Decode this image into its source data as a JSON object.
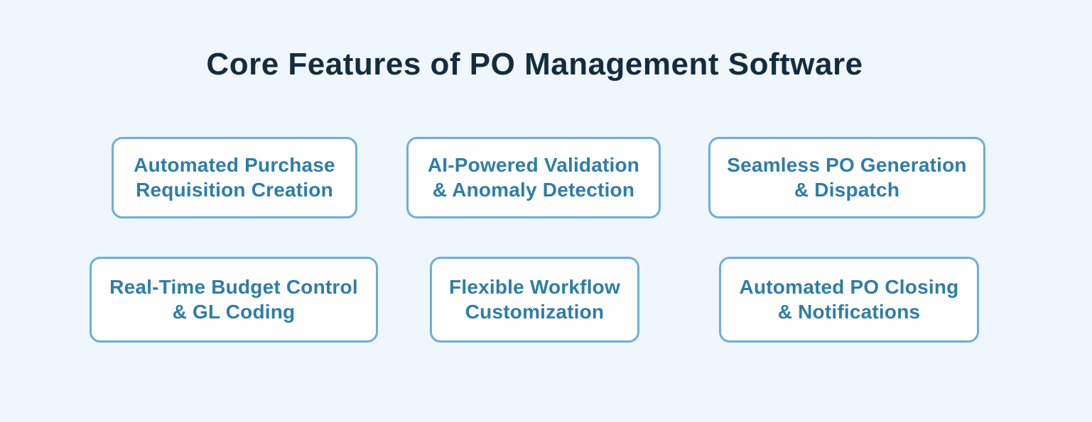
{
  "title": "Core Features of PO Management Software",
  "colors": {
    "background": "#EFF6FC",
    "card_fill": "#FEFEFF",
    "card_border": "#6CAFD9",
    "card_text": "#2F7DA7",
    "title_text": "#132C3E"
  },
  "cards": [
    {
      "line1": "Automated Purchase",
      "line2": "Requisition Creation"
    },
    {
      "line1": "AI-Powered Validation",
      "line2": "& Anomaly Detection"
    },
    {
      "line1": "Seamless PO Generation",
      "line2": "& Dispatch"
    },
    {
      "line1": "Real-Time Budget Control",
      "line2": "& GL Coding"
    },
    {
      "line1": "Flexible Workflow",
      "line2": "Customization"
    },
    {
      "line1": "Automated PO Closing",
      "line2": "& Notifications"
    }
  ]
}
